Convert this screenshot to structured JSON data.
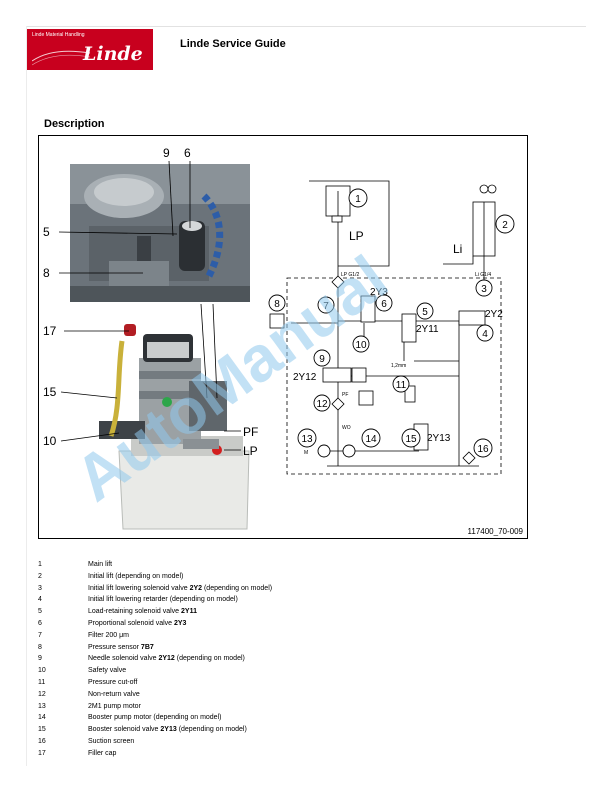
{
  "header": {
    "logo_top_text": "Linde Material Handling",
    "logo_word": "Linde",
    "guide_title": "Linde Service Guide"
  },
  "section": {
    "title": "Description"
  },
  "figure": {
    "photo_callouts": [
      "9",
      "6",
      "5",
      "8",
      "17",
      "15",
      "10"
    ],
    "port_labels": [
      "PF",
      "LP"
    ],
    "schematic": {
      "labels": [
        "LP",
        "Li",
        "LP G1/2",
        "Li G1/4",
        "2Y3",
        "2Y2",
        "2Y11",
        "2Y12",
        "2Y13",
        "1,2mm",
        "PF",
        "WO",
        "M"
      ],
      "circle_numbers": [
        "1",
        "2",
        "3",
        "4",
        "5",
        "6",
        "7",
        "8",
        "9",
        "10",
        "11",
        "12",
        "13",
        "14",
        "15",
        "16"
      ]
    },
    "reference": "117400_70-009",
    "watermark": "AutoManual",
    "colors": {
      "watermark": "#8fc8ec",
      "logo_red": "#c8001e"
    }
  },
  "legend": [
    {
      "num": "1",
      "parts": [
        {
          "t": "Main lift"
        }
      ]
    },
    {
      "num": "2",
      "parts": [
        {
          "t": "Initial lift (depending on model)"
        }
      ]
    },
    {
      "num": "3",
      "parts": [
        {
          "t": "Initial lift lowering solenoid valve "
        },
        {
          "t": "2Y2",
          "b": true
        },
        {
          "t": " (depending on model)"
        }
      ]
    },
    {
      "num": "4",
      "parts": [
        {
          "t": "Initial lift lowering retarder (depending on model)"
        }
      ]
    },
    {
      "num": "5",
      "parts": [
        {
          "t": "Load-retaining solenoid valve "
        },
        {
          "t": "2Y11",
          "b": true
        }
      ]
    },
    {
      "num": "6",
      "parts": [
        {
          "t": "Proportional solenoid valve "
        },
        {
          "t": "2Y3",
          "b": true
        }
      ]
    },
    {
      "num": "7",
      "parts": [
        {
          "t": "Filter 200 μm"
        }
      ]
    },
    {
      "num": "8",
      "parts": [
        {
          "t": "Pressure sensor "
        },
        {
          "t": "7B7",
          "b": true
        }
      ]
    },
    {
      "num": "9",
      "parts": [
        {
          "t": "Needle solenoid valve "
        },
        {
          "t": "2Y12",
          "b": true
        },
        {
          "t": " (depending on model)"
        }
      ]
    },
    {
      "num": "10",
      "parts": [
        {
          "t": "Safety valve"
        }
      ]
    },
    {
      "num": "11",
      "parts": [
        {
          "t": "Pressure cut-off"
        }
      ]
    },
    {
      "num": "12",
      "parts": [
        {
          "t": "Non-return valve"
        }
      ]
    },
    {
      "num": "13",
      "parts": [
        {
          "t": "2M1 pump motor"
        }
      ]
    },
    {
      "num": "14",
      "parts": [
        {
          "t": "Booster pump motor (depending on model)"
        }
      ]
    },
    {
      "num": "15",
      "parts": [
        {
          "t": "Booster solenoid valve "
        },
        {
          "t": "2Y13",
          "b": true
        },
        {
          "t": " (depending on model)"
        }
      ]
    },
    {
      "num": "16",
      "parts": [
        {
          "t": "Suction screen"
        }
      ]
    },
    {
      "num": "17",
      "parts": [
        {
          "t": "Filler cap"
        }
      ]
    }
  ]
}
